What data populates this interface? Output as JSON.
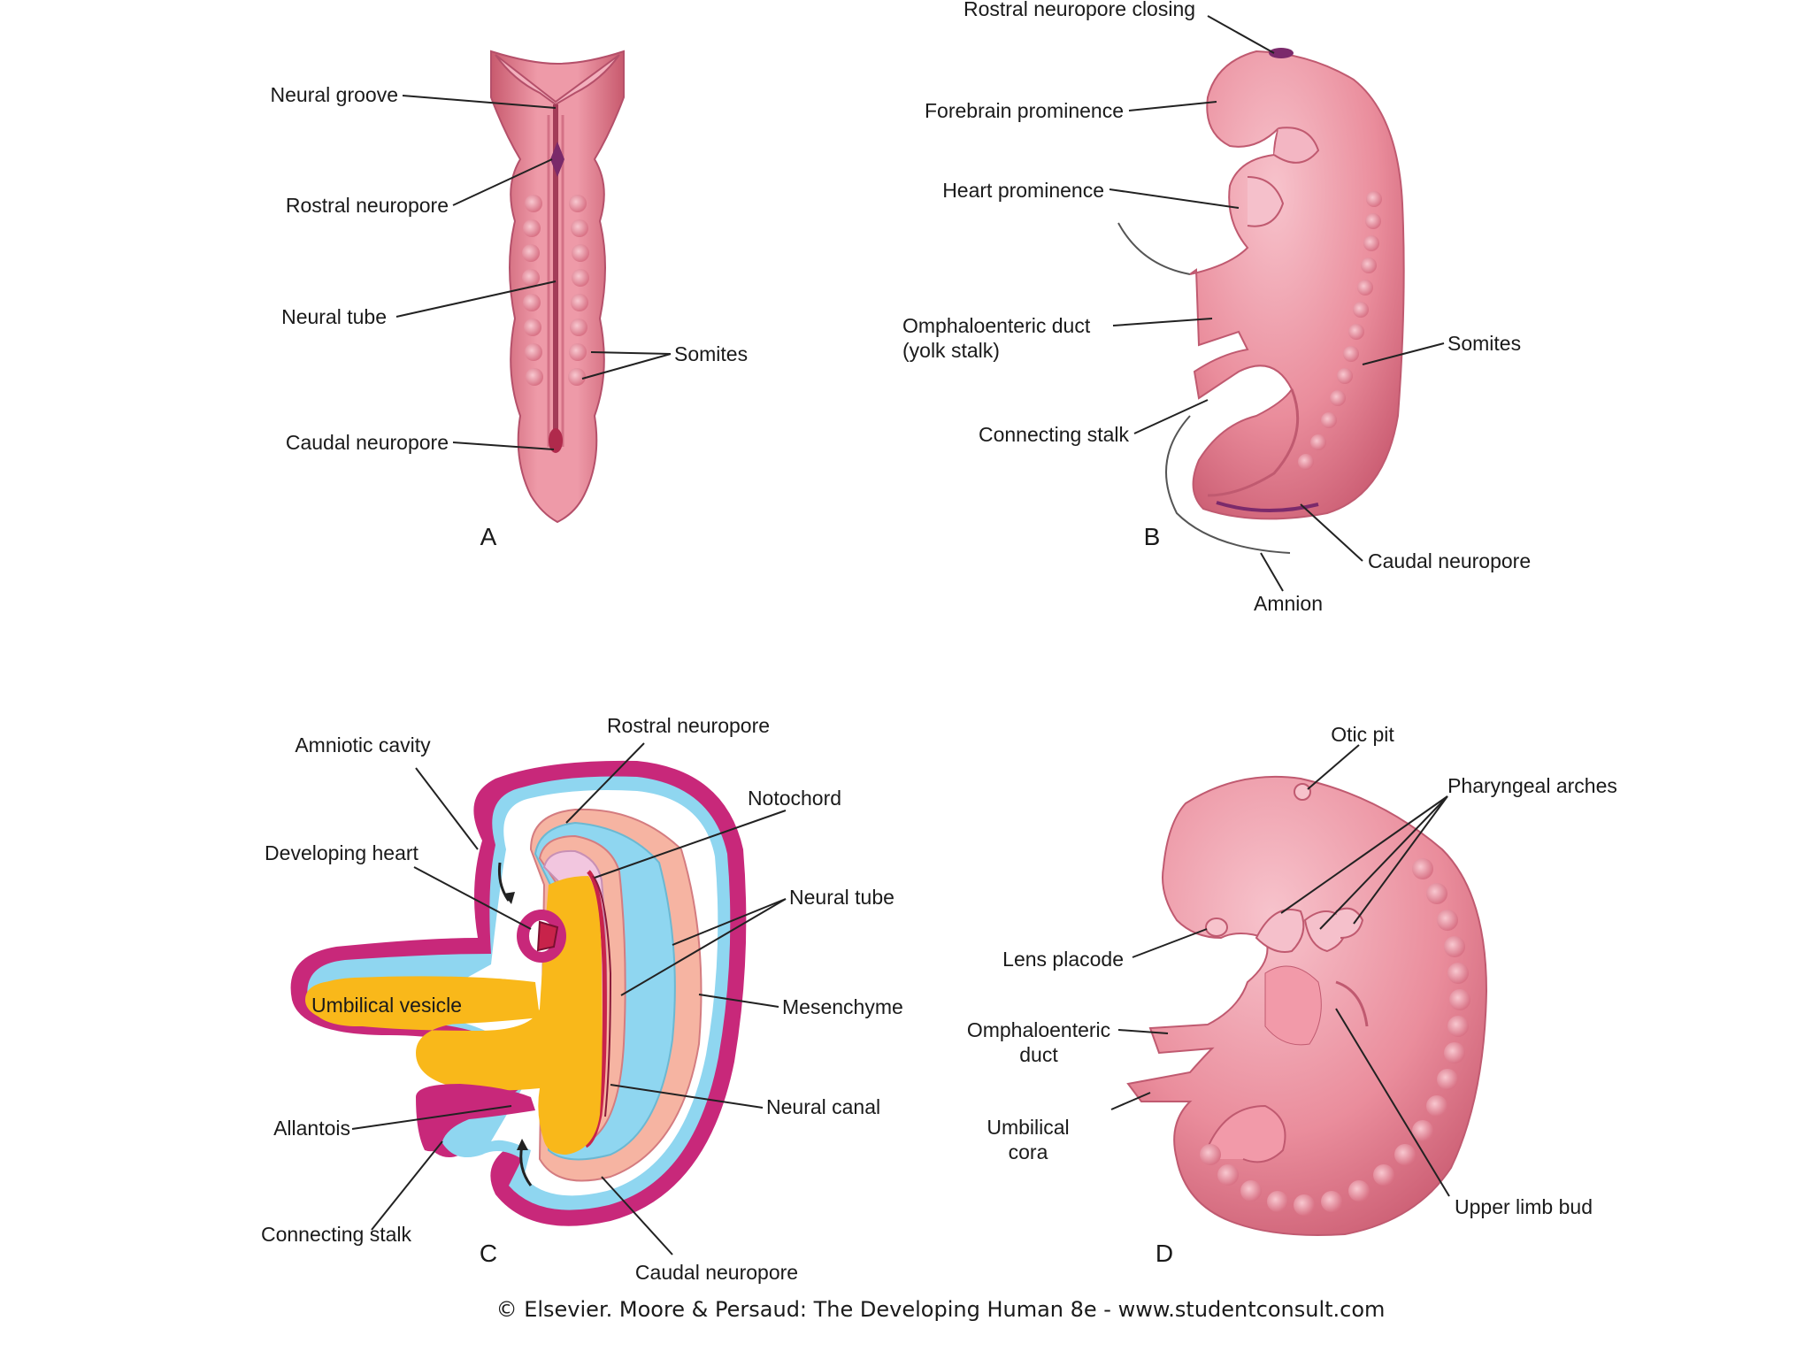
{
  "panels": {
    "a": {
      "letter": "A",
      "labels": {
        "neural_groove": "Neural groove",
        "rostral_neuropore": "Rostral neuropore",
        "neural_tube": "Neural tube",
        "somites": "Somites",
        "caudal_neuropore": "Caudal neuropore"
      }
    },
    "b": {
      "letter": "B",
      "labels": {
        "rostral_neuropore_closing": "Rostral neuropore closing",
        "forebrain_prominence": "Forebrain prominence",
        "heart_prominence": "Heart prominence",
        "omphaloenteric_duct_1": "Omphaloenteric duct",
        "omphaloenteric_duct_2": "(yolk stalk)",
        "somites": "Somites",
        "connecting_stalk": "Connecting stalk",
        "caudal_neuropore": "Caudal neuropore",
        "amnion": "Amnion"
      }
    },
    "c": {
      "letter": "C",
      "labels": {
        "amniotic_cavity": "Amniotic cavity",
        "rostral_neuropore": "Rostral neuropore",
        "notochord": "Notochord",
        "developing_heart": "Developing heart",
        "neural_tube": "Neural tube",
        "umbilical_vesicle": "Umbilical vesicle",
        "mesenchyme": "Mesenchyme",
        "neural_canal": "Neural canal",
        "allantois": "Allantois",
        "connecting_stalk": "Connecting stalk",
        "caudal_neuropore": "Caudal neuropore"
      }
    },
    "d": {
      "letter": "D",
      "labels": {
        "otic_pit": "Otic pit",
        "pharyngeal_arches": "Pharyngeal arches",
        "lens_placode": "Lens placode",
        "omphaloenteric_1": "Omphaloenteric",
        "omphaloenteric_2": "duct",
        "umbilical_1": "Umbilical",
        "umbilical_2": "cora",
        "upper_limb_bud": "Upper limb bud"
      }
    }
  },
  "credit": "© Elsevier. Moore & Persaud: The Developing Human 8e - www.studentconsult.com",
  "colors": {
    "embryo_pink": "#e98a9a",
    "embryo_light": "#f5b6c2",
    "embryo_dark": "#c85a6e",
    "yolk": "#f9b81a",
    "magenta": "#c8287a",
    "cyan": "#8fd6f0",
    "salmon": "#f6b4a2",
    "lilac": "#f2c6df"
  }
}
